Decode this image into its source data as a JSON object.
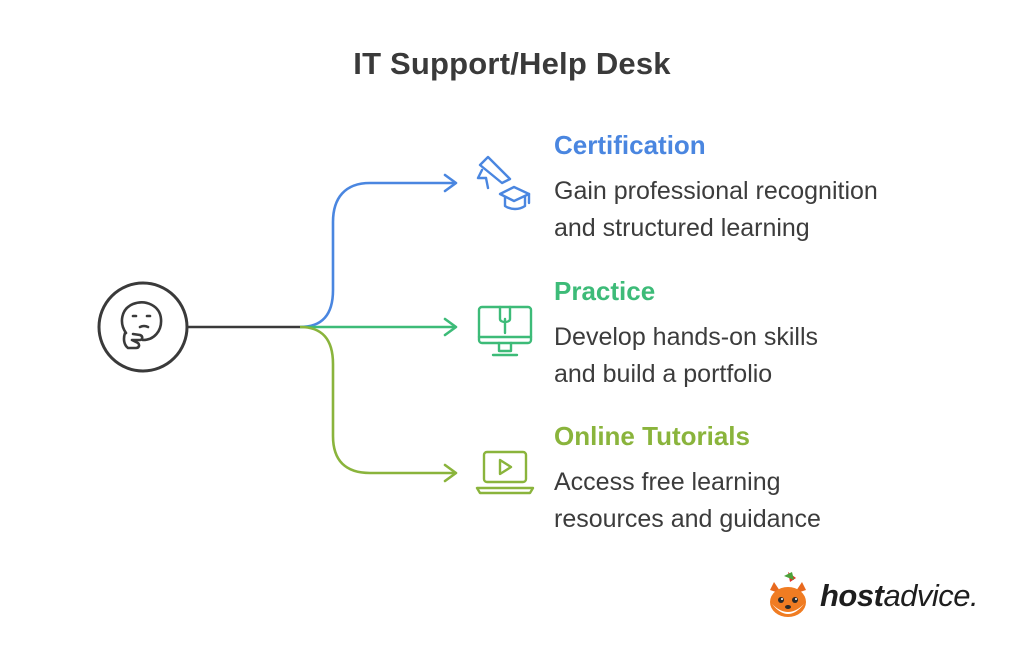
{
  "title": "IT Support/Help Desk",
  "branches": [
    {
      "title": "Certification",
      "description": [
        "Gain professional recognition",
        "and structured learning"
      ],
      "color": "#4a86e0",
      "icon": "megaphone-graduation-cap-icon"
    },
    {
      "title": "Practice",
      "description": [
        "Develop hands-on skills",
        "and build a portfolio"
      ],
      "color": "#3dbb78",
      "icon": "monitor-wrench-icon"
    },
    {
      "title": "Online Tutorials",
      "description": [
        "Access free learning",
        "resources and guidance"
      ],
      "color": "#8ab43c",
      "icon": "laptop-video-icon"
    }
  ],
  "center_icon": "thinking-face-icon",
  "logo": {
    "host": "host",
    "advice": "advice."
  },
  "colors": {
    "title": "#3a3a3a",
    "trunk": "#3a3a3a"
  }
}
